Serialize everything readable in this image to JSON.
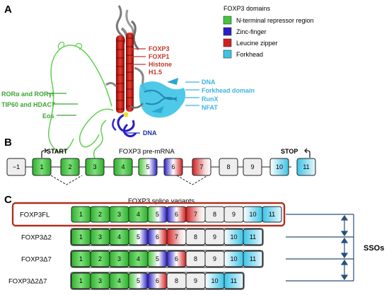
{
  "panels": {
    "a": "A",
    "b": "B",
    "c": "C"
  },
  "colors": {
    "n_terminal": "#44c63c",
    "zinc_finger": "#2a1fc4",
    "leucine_zipper": "#d11f1f",
    "forkhead": "#3cc3e6",
    "plain_exon": "#eeeeee",
    "frame_red": "#b03020",
    "connector_blue": "#2b4f7a"
  },
  "legend": {
    "title": "FOXP3 domains",
    "items": [
      {
        "label": "N-terminal repressor region",
        "color": "#44c63c"
      },
      {
        "label": "Zinc-finger",
        "color": "#2a1fc4"
      },
      {
        "label": "Leucine zipper",
        "color": "#d11f1f"
      },
      {
        "label": "Forkhead",
        "color": "#3cc3e6"
      }
    ]
  },
  "structure_labels": {
    "red": [
      "FOXP3",
      "FOXP1",
      "Histone",
      "H1.5"
    ],
    "green": [
      "RORα and RORγt",
      "TIP60 and HDAC7",
      "Eos"
    ],
    "cyan": [
      "DNA",
      "Forkhead domain",
      "RunX",
      "NFAT"
    ],
    "blue": "DNA"
  },
  "mrna": {
    "title": "FOXP3 pre-mRNA",
    "start": "START",
    "stop": "STOP",
    "exons": [
      "−1",
      "1",
      "2",
      "3",
      "4",
      "5",
      "6",
      "7",
      "8",
      "9",
      "10",
      "11"
    ]
  },
  "variants": {
    "title": "FOXP3 splice variants",
    "rows": [
      {
        "name": "FOXP3FL",
        "exons": [
          "1",
          "2",
          "3",
          "4",
          "5",
          "6",
          "7",
          "8",
          "9",
          "10",
          "11"
        ]
      },
      {
        "name": "FOXP3Δ2",
        "exons": [
          "1",
          "3",
          "4",
          "5",
          "6",
          "7",
          "8",
          "9",
          "10",
          "11"
        ]
      },
      {
        "name": "FOXP3Δ7",
        "exons": [
          "1",
          "2",
          "3",
          "4",
          "5",
          "6",
          "8",
          "9",
          "10",
          "11"
        ]
      },
      {
        "name": "FOXP3Δ2Δ7",
        "exons": [
          "1",
          "3",
          "4",
          "5",
          "6",
          "8",
          "9",
          "10",
          "11"
        ]
      }
    ]
  },
  "sso_label": "SSOs"
}
